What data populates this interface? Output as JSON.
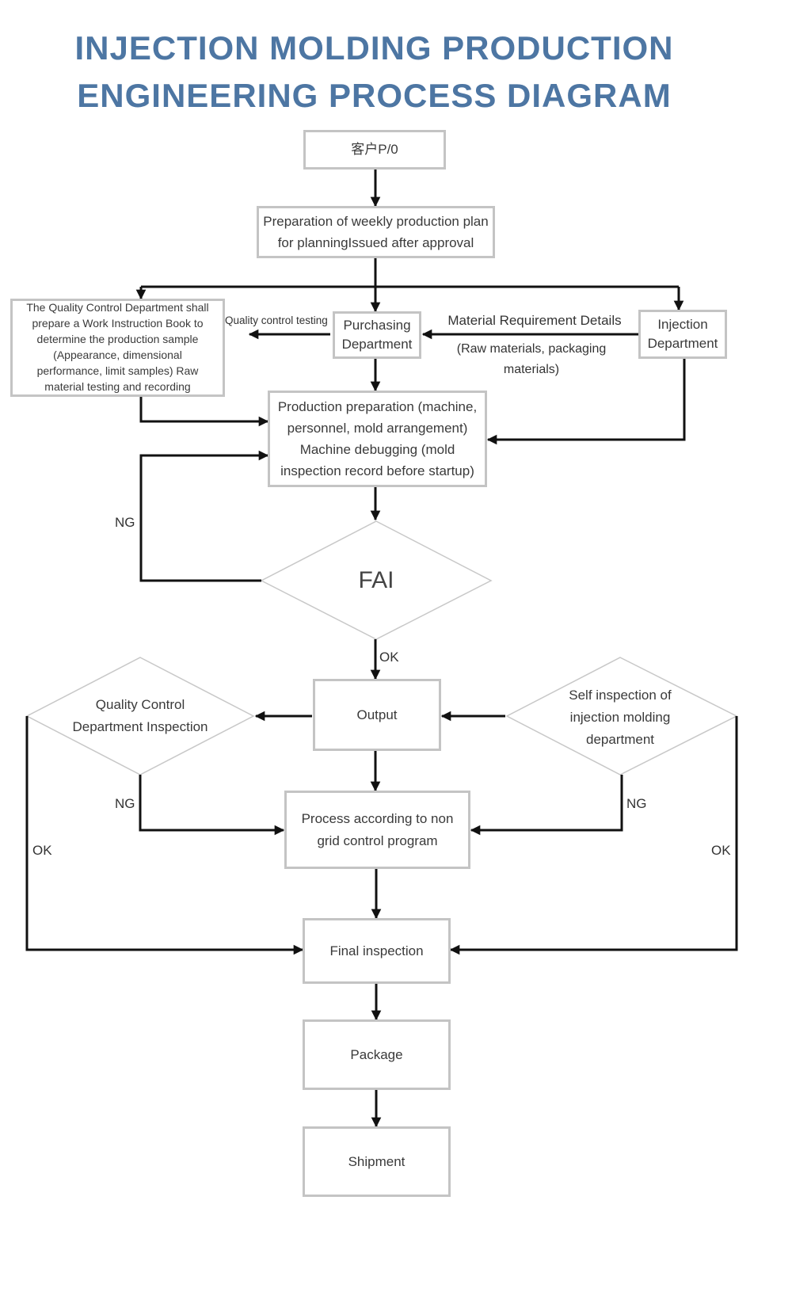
{
  "title": {
    "line1": "INJECTION MOLDING PRODUCTION",
    "line2": "ENGINEERING PROCESS DIAGRAM"
  },
  "nodes": {
    "customer_po": "客户P/0",
    "weekly_plan": "Preparation of weekly production plan for planningIssued after approval",
    "qc_department": "The Quality Control Department shall prepare a Work Instruction Book to determine the production sample (Appearance, dimensional performance, limit samples) Raw material testing and recording",
    "purchasing": "Purchasing Department",
    "injection": "Injection Department",
    "production_prep": "Production preparation (machine, personnel, mold arrangement) Machine debugging (mold inspection record before startup)",
    "fai": "FAI",
    "output": "Output",
    "qc_inspection": "Quality Control Department Inspection",
    "self_inspection": "Self inspection of injection molding department",
    "nonconforming": "Process according to non grid control program",
    "final_inspection": "Final inspection",
    "package": "Package",
    "shipment": "Shipment"
  },
  "edge_labels": {
    "quality_control_testing": "Quality control testing",
    "material_requirement": "Material Requirement Details",
    "raw_materials": "(Raw materials, packaging materials)",
    "fai_ng": "NG",
    "fai_ok": "OK",
    "qc_ng": "NG",
    "qc_ok": "OK",
    "self_ng": "NG",
    "self_ok": "OK"
  }
}
